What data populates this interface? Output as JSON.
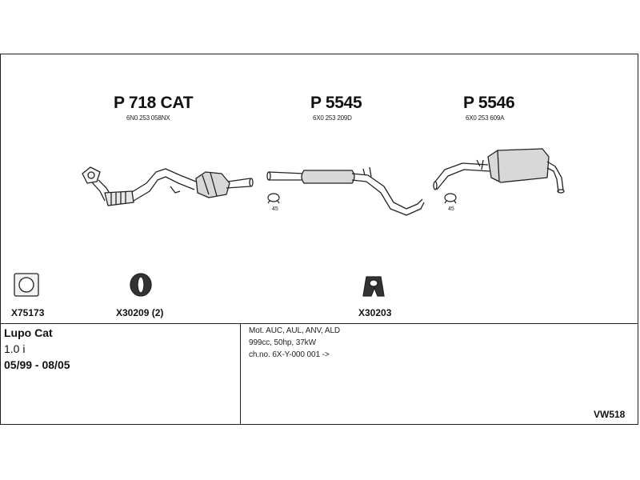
{
  "parts": [
    {
      "number": "P 718 CAT",
      "oe": "6N0 253 058NX"
    },
    {
      "number": "P 5545",
      "oe": "6X0 253 209D"
    },
    {
      "number": "P 5546",
      "oe": "6X0 253 609A"
    }
  ],
  "clamps": [
    {
      "size": "45"
    },
    {
      "size": "45"
    }
  ],
  "accessories": [
    {
      "code": "X75173"
    },
    {
      "code": "X30209 (2)"
    },
    {
      "code": "X30203"
    }
  ],
  "vehicle": {
    "model": "Lupo Cat",
    "engine": "1.0 i",
    "years": "05/99 - 08/05"
  },
  "specs": {
    "engine_codes": "Mot. AUC, AUL, ANV, ALD",
    "displacement_power": "999cc, 50hp, 37kW",
    "chassis": "ch.no. 6X-Y-000 001 ->"
  },
  "diagram_code": "VW518"
}
